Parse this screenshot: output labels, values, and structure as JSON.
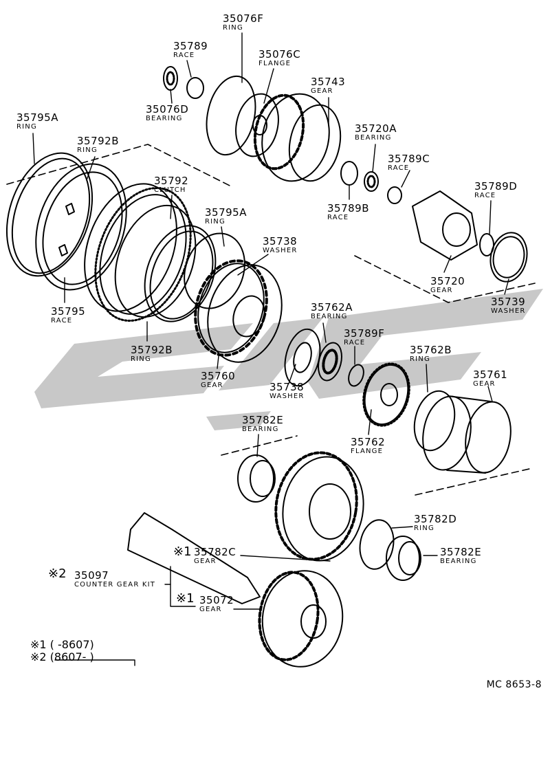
{
  "labels": {
    "p35076F": {
      "num": "35076F",
      "name": "RING"
    },
    "p35789": {
      "num": "35789",
      "name": "RACE"
    },
    "p35076C": {
      "num": "35076C",
      "name": "FLANGE"
    },
    "p35743": {
      "num": "35743",
      "name": "GEAR"
    },
    "p35076D": {
      "num": "35076D",
      "name": "BEARING"
    },
    "p35795A_top": {
      "num": "35795A",
      "name": "RING"
    },
    "p35792B_top": {
      "num": "35792B",
      "name": "RING"
    },
    "p35720A": {
      "num": "35720A",
      "name": "BEARING"
    },
    "p35792": {
      "num": "35792",
      "name": "CLUTCH"
    },
    "p35789C": {
      "num": "35789C",
      "name": "RACE"
    },
    "p35789D": {
      "num": "35789D",
      "name": "RACE"
    },
    "p35789B": {
      "num": "35789B",
      "name": "RACE"
    },
    "p35795A_mid": {
      "num": "35795A",
      "name": "RING"
    },
    "p35738_top": {
      "num": "35738",
      "name": "WASHER"
    },
    "p35720": {
      "num": "35720",
      "name": "GEAR"
    },
    "p35739": {
      "num": "35739",
      "name": "WASHER"
    },
    "p35795": {
      "num": "35795",
      "name": "RACE"
    },
    "p35762A": {
      "num": "35762A",
      "name": "BEARING"
    },
    "p35789F": {
      "num": "35789F",
      "name": "RACE"
    },
    "p35792B_bot": {
      "num": "35792B",
      "name": "RING"
    },
    "p35762B": {
      "num": "35762B",
      "name": "RING"
    },
    "p35760": {
      "num": "35760",
      "name": "GEAR"
    },
    "p35738_bot": {
      "num": "35738",
      "name": "WASHER"
    },
    "p35761": {
      "num": "35761",
      "name": "GEAR"
    },
    "p35762": {
      "num": "35762",
      "name": "FLANGE"
    },
    "p35782E_top": {
      "num": "35782E",
      "name": "BEARING"
    },
    "p35782D": {
      "num": "35782D",
      "name": "RING"
    },
    "p35782C": {
      "num": "35782C",
      "name": "GEAR"
    },
    "p35782E_bot": {
      "num": "35782E",
      "name": "BEARING"
    },
    "p35097": {
      "num": "35097",
      "name": "COUNTER GEAR KIT"
    },
    "p35072": {
      "num": "35072",
      "name": "GEAR"
    }
  },
  "marks": {
    "m35782C": "※1",
    "m35097": "※2",
    "m35072": "※1"
  },
  "legend": {
    "row1": "※1 (       -8607)",
    "row2": "※2 (8607-          )"
  },
  "footer": "MC  8653-8"
}
